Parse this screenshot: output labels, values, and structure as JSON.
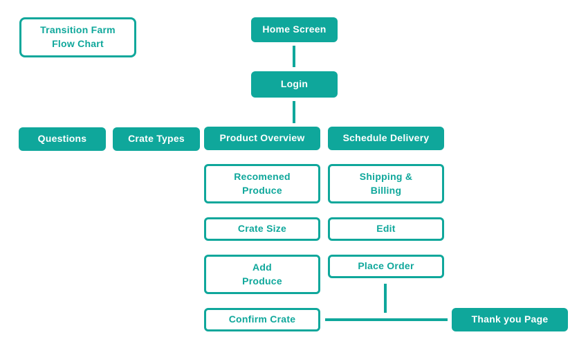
{
  "colors": {
    "accent_teal": "#0FA79B",
    "background": "#ffffff",
    "filled_node_text": "#ffffff"
  },
  "flowchart": {
    "title": "Transition Farm\nFlow Chart",
    "nodes": {
      "home_screen": "Home Screen",
      "login": "Login",
      "questions": "Questions",
      "crate_types": "Crate Types",
      "product_overview": "Product Overview",
      "schedule_delivery": "Schedule Delivery",
      "recomened_produce": "Recomened\nProduce",
      "shipping_billing": "Shipping &\nBilling",
      "crate_size": "Crate Size",
      "edit": "Edit",
      "add_produce": "Add\nProduce",
      "place_order": "Place Order",
      "confirm_crate": "Confirm Crate",
      "thank_you_page": "Thank you Page"
    }
  }
}
